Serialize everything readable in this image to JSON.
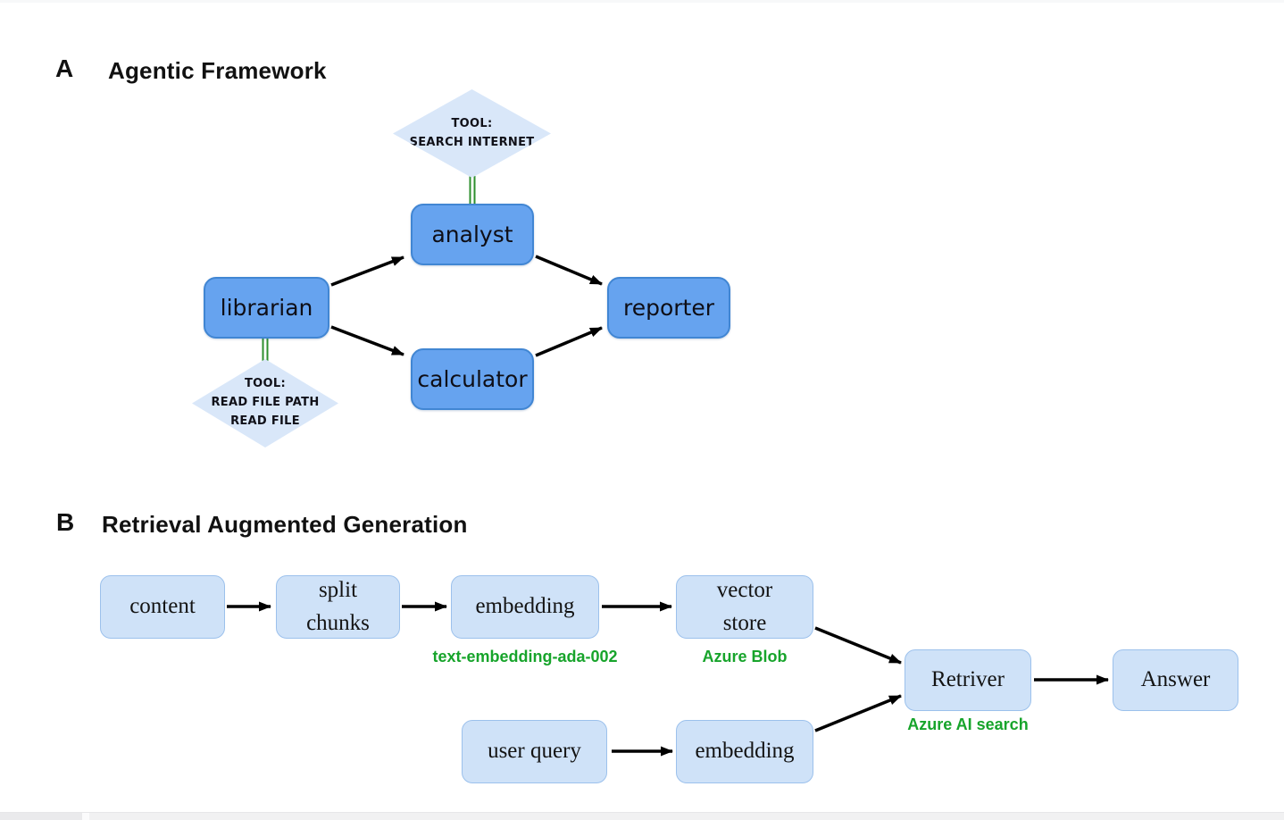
{
  "colors": {
    "agent_box_fill": "#66a3ef",
    "agent_box_border": "#4186d3",
    "tool_diamond_fill": "#d9e7f9",
    "rag_box_fill": "#cfe2f8",
    "rag_box_border": "#9cc1ec",
    "tool_link_green": "#2e8f2e",
    "annotation_green": "#17a42b",
    "arrow_black": "#000000"
  },
  "panel_a": {
    "label": "A",
    "title": "Agentic Framework",
    "agents": {
      "librarian": "librarian",
      "analyst": "analyst",
      "calculator": "calculator",
      "reporter": "reporter"
    },
    "tools": {
      "search_internet": "TOOL:\nSEARCH INTERNET",
      "read_file": "TOOL:\nREAD FILE PATH\nREAD FILE"
    }
  },
  "panel_b": {
    "label": "B",
    "title": "Retrieval Augmented Generation",
    "nodes": {
      "content": "content",
      "split_chunks": "split\nchunks",
      "embedding_top": "embedding",
      "vector_store": "vector\nstore",
      "user_query": "user query",
      "embedding_bottom": "embedding",
      "retriever": "Retriver",
      "answer": "Answer"
    },
    "annotations": {
      "embedding_model": "text-embedding-ada-002",
      "vector_store_service": "Azure Blob",
      "retriever_service": "Azure AI search"
    }
  }
}
